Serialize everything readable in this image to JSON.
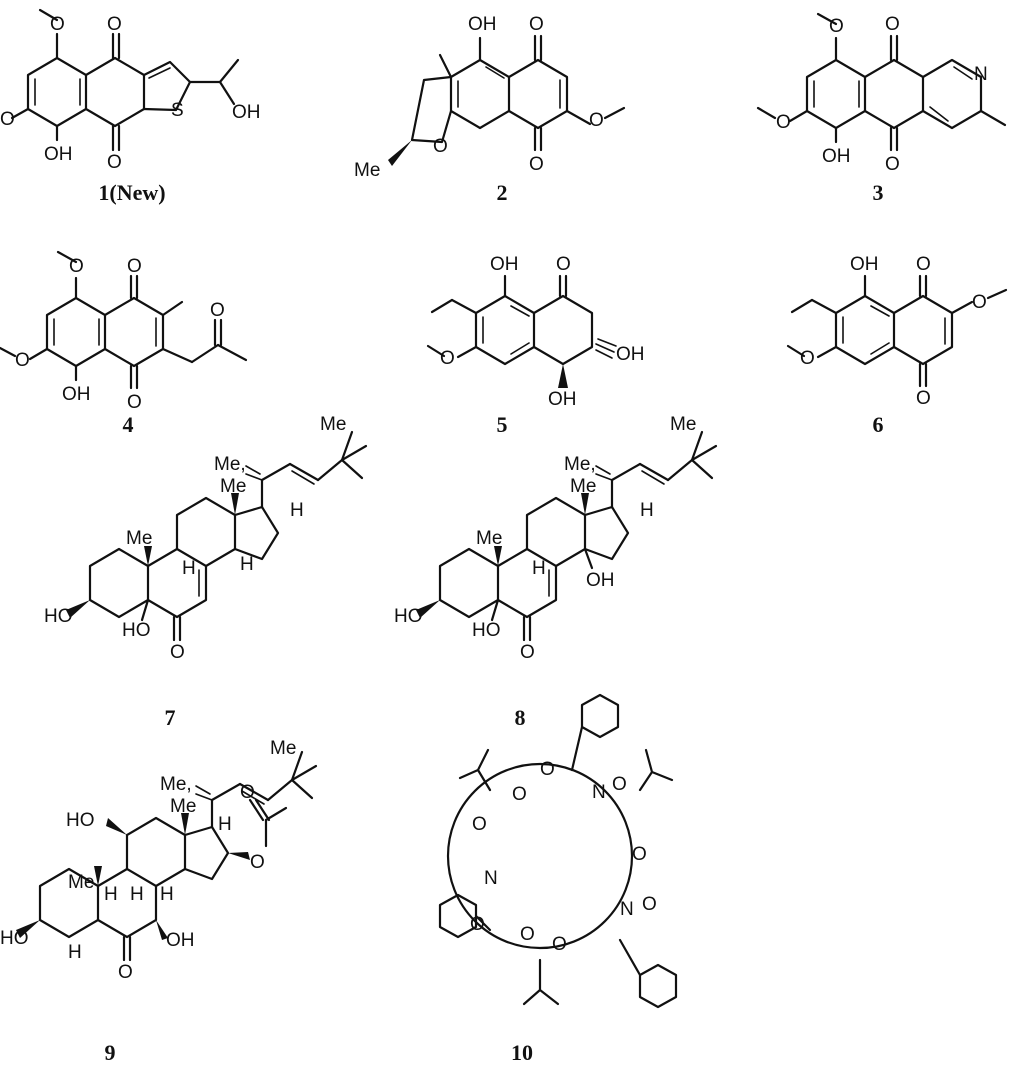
{
  "compounds": [
    {
      "id": "c1",
      "label": "1(New)"
    },
    {
      "id": "c2",
      "label": "2"
    },
    {
      "id": "c3",
      "label": "3"
    },
    {
      "id": "c4",
      "label": "4"
    },
    {
      "id": "c5",
      "label": "5"
    },
    {
      "id": "c6",
      "label": "6"
    },
    {
      "id": "c7",
      "label": "7"
    },
    {
      "id": "c8",
      "label": "8"
    },
    {
      "id": "c9",
      "label": "9"
    },
    {
      "id": "c10",
      "label": "10"
    }
  ],
  "atoms": {
    "O": "O",
    "OH": "OH",
    "HO": "HO",
    "S": "S",
    "N": "N",
    "Me": "Me",
    "H": "H"
  }
}
